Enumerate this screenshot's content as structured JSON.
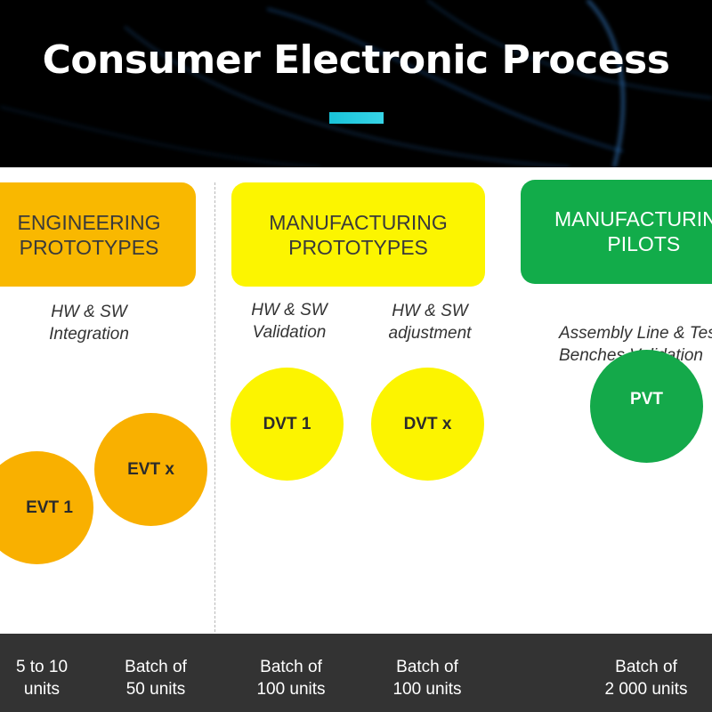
{
  "title": "Consumer Electronic Process",
  "colors": {
    "header_bg": "#000000",
    "accent": "#19c3d9",
    "engineering": "#f9b800",
    "manufacturing": "#fcf500",
    "pilots": "#12ac4a",
    "footer_bg": "#333333"
  },
  "phases": {
    "engineering": {
      "label": "ENGINEERING\nPROTOTYPES"
    },
    "manufacturing": {
      "label": "MANUFACTURING\nPROTOTYPES"
    },
    "pilots": {
      "label": "MANUFACTURING\nPILOTS"
    }
  },
  "steps": {
    "hw_sw_integration": "HW & SW\nIntegration",
    "hw_sw_validation": "HW & SW\nValidation",
    "hw_sw_adjustment": "HW & SW\nadjustment",
    "assembly_line": "Assembly Line & Test\nBenches Validation"
  },
  "milestones": {
    "evt1": "EVT 1",
    "evtx": "EVT x",
    "dvt1": "DVT 1",
    "dvtx": "DVT x",
    "pvt": "PVT"
  },
  "batches": {
    "b1": "5 to 10\nunits",
    "b2": "Batch of\n50 units",
    "b3": "Batch of\n100 units",
    "b4": "Batch of\n100 units",
    "b5": "Batch of\n2 000 units"
  }
}
